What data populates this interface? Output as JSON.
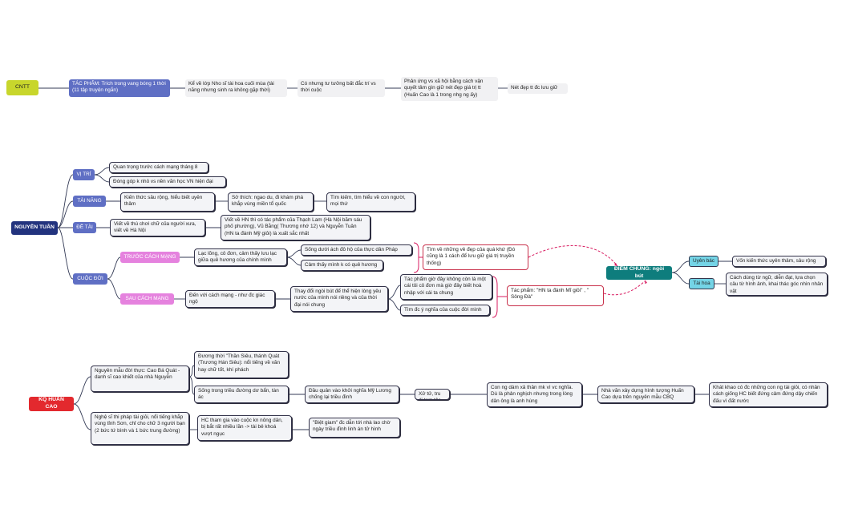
{
  "cntt": {
    "root": "CNTT",
    "tac_pham": "TÁC PHẨM: Trích trong vang bóng 1 thời (11 tập truyện ngắn)",
    "ke_ve": "Kể về lớp Nho sĩ tài hoa cuối mùa (tài năng nhưng sinh ra không gặp thời)",
    "co_nhung": "Có nhưng tư tưởng bất đắc trí vs thời cuộc",
    "phan_ung": "Phản ứng vs xã hội bằng cách vận quyết tâm gìn giữ nét đẹp giá trị tt (Huấn Cao là 1 trong nhg ng ấy)",
    "net_dep": "Nét đẹp tt đc lưu giữ"
  },
  "nguyen_tuan": {
    "root": "NGUYỄN TUÂN",
    "vi_tri": {
      "label": "VỊ TRÍ",
      "items": [
        "Quan trọng trước cách mạng tháng 8",
        "Đóng góp k nhỏ vs nền văn học VN hiện đại"
      ]
    },
    "tai_nang": {
      "label": "TÀI NĂNG",
      "kien_thuc": "Kiến thức sâu rộng, hiểu biết uyên thâm",
      "so_thich": "Sở thích: ngao du, đi khám phá khắp vùng miền tổ quốc",
      "tim_kiem": "Tìm kiếm, tìm hiểu về con người, mọi thứ"
    },
    "de_tai": {
      "label": "ĐỀ TÀI",
      "viet_ve": "Viết về thú chơi chữ của người xưa, viết về Hà Nội",
      "viet_hn": "Viết về HN thì có tác phẩm của Thạch Lam (Hà Nội băm sáu phố phường), Vũ Bằng( Thương nhớ 12) và Nguyễn Tuân (HN ta đánh Mỹ giỏi) là xuất sắc nhất"
    },
    "cuoc_doi": {
      "label": "CUỘC ĐỜI",
      "truoc": {
        "label": "TRƯỚC CÁCH MẠNG",
        "lac_long": "Lạc lõng, cô đơn, cảm thấy lưu lạc giữa quê hương của chính mình",
        "song_duoi": "Sống dưới ách đô hộ của thực dân Pháp",
        "cam_thay": "Cảm thấy mình k có quê hương",
        "tim_ve": "Tìm về những vẻ đẹp của quá khứ (Đó cũng là 1 cách để lưu giữ giá trị truyền thống)"
      },
      "sau": {
        "label": "SAU CÁCH MẠNG",
        "den_voi": "Đến với cách mạng - như đc giác ngộ",
        "thay_doi": "Thay đổi ngòi bút để thể hiện lòng yêu nước của mình nói riêng và của thời đại nói chung",
        "tac_pham_gio": "Tác phẩm giờ đây không còn là một cái tôi cô đơn mà giờ đây biết hoà nhập với cái ta chung",
        "tim_dc": "Tìm đc ý nghĩa của cuộc đời mình",
        "tac_pham_hn": "Tác phẩm: \"HN ta đánh Mĩ giỏi\" , \" Sông Đà\""
      }
    },
    "diem_chung": {
      "label": "ĐIỂM CHUNG: ngòi bút",
      "uyen_bac": "Uyên bác",
      "von_kien_thuc": "Vốn kiến thức uyên thâm, sâu rộng",
      "tai_hoa": "Tài hoa",
      "cach_dung": "Cách dùng từ ngữ, diễn đạt, lựa chọn câu từ hình ảnh, khai thác góc nhìn nhân vật"
    }
  },
  "huan_cao": {
    "root": "KQ HUẤN CAO",
    "nguyen_mau": "Nguyên mẫu đời thực: Cao Bá Quát - danh sĩ cao khiết của nhà Nguyễn",
    "duong_thoi": "Đương thời \"Thần Siêu, thánh Quát (Trương Hán Siêu): nổi tiếng về văn hay chữ tốt, khí phách",
    "song_trong": "Sống trong triều đường dơ bẩn, tàn ác",
    "dau_quan": "Đầu quân vào khởi nghĩa Mỹ Lương chống lại triều đình",
    "xu_tu": "Xử tử, tru di tam tộc",
    "con_ng": "Con ng dám xả thân mk vì vc nghĩa. Dù là phản nghịch nhưng trong lòng dân ông là anh hùng",
    "nha_van": "Nhà văn xây dựng hình tượng Huấn Cao dựa trên nguyên mẫu CBQ",
    "khat_khao": "Khát khao có đc những con ng tài giỏi, có nhân cách giống HC biết đứng cảm đứng dậy chiến đấu vì đất nước",
    "nghe_si": "Nghệ sĩ thi pháp tài giỏi, nổi tiếng khắp vùng tỉnh Sơn, chỉ cho chữ 3 người bạn (2 bức tứ bình và 1 bức trung đường)",
    "hc_tham_gia": "HC tham gia vào cuộc kn nông dân, bị bắt rất nhiều lần -> tài bẻ khoá vượt ngục",
    "biet_giam": "\"Biệt giam\" đc dẫn tới nhà lao chờ ngày triều đình linh án tử hình"
  },
  "colors": {
    "navy": "#22337e",
    "red": "#e3292e",
    "lime": "#c8d62c",
    "teal": "#0e7d7d",
    "blue": "#5f6fc4",
    "pink": "#e582de",
    "cyan": "#74d4e6",
    "bracket": "#d81b60"
  }
}
